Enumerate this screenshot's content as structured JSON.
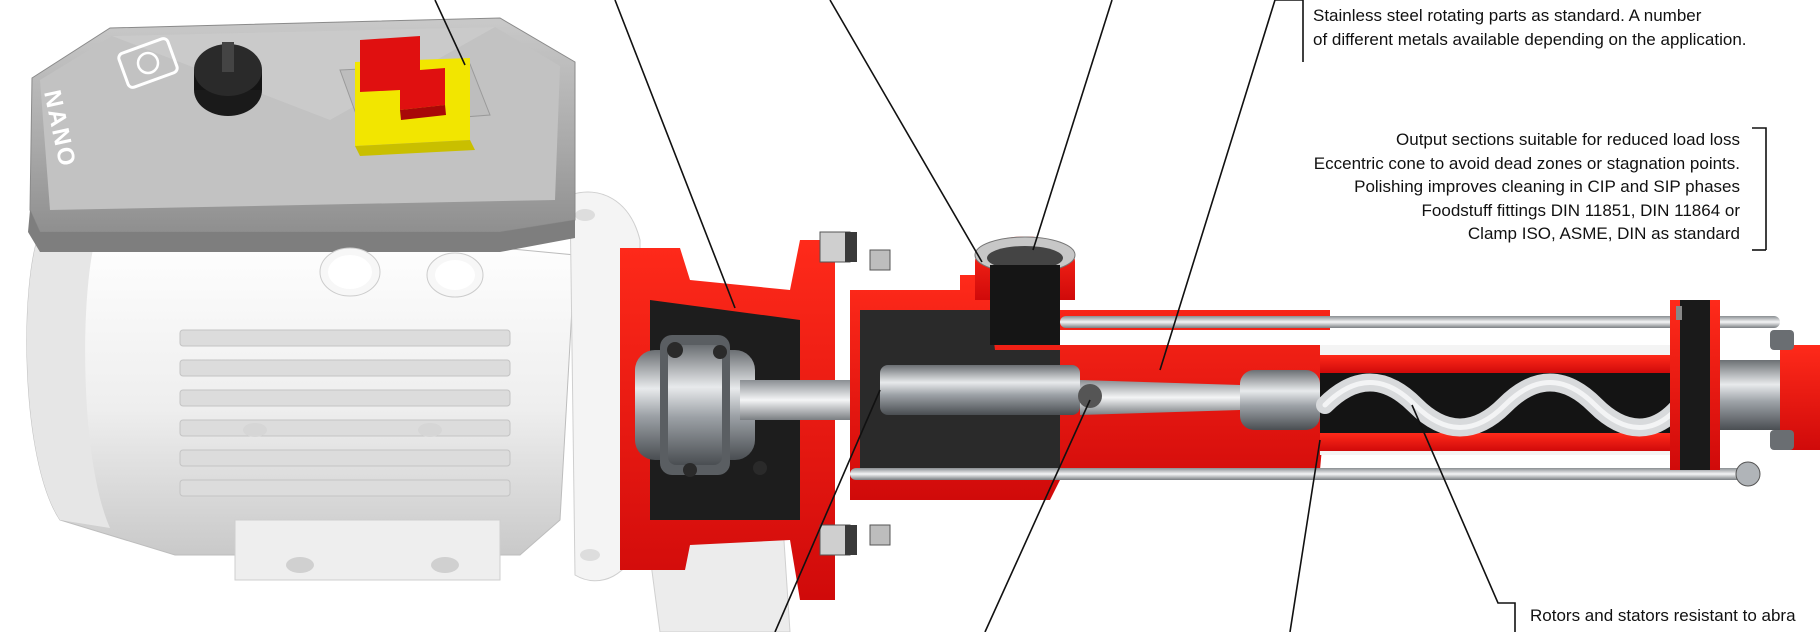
{
  "callouts": {
    "rotating_parts": {
      "lines": [
        "Stainless steel rotating parts as standard. A number",
        "of different metals available depending on the application."
      ]
    },
    "output_sections": {
      "lines": [
        "Output sections suitable for reduced load loss",
        "Eccentric cone to avoid dead zones or stagnation points.",
        "Polishing improves cleaning in CIP and SIP phases",
        "Foodstuff fittings DIN 11851, DIN 11864 or",
        "Clamp ISO, ASME, DIN as standard"
      ]
    },
    "rotors_stators": {
      "lines": [
        "Rotors and stators resistant to abra"
      ]
    }
  },
  "motor_brand": "NANO",
  "colors": {
    "cutaway_red": "#e01010",
    "steel": "#b8bcc0",
    "housing_white": "#f2f2f2",
    "panel_grey": "#b0b0b0",
    "switch_yellow": "#f2e600",
    "leader_line": "#111111"
  }
}
